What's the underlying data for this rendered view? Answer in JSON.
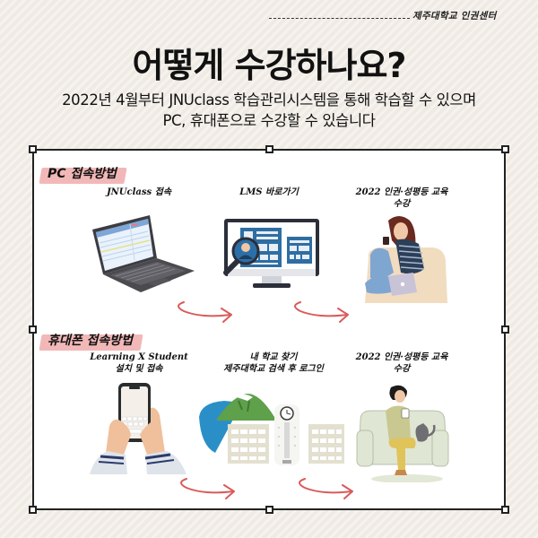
{
  "header": {
    "organization": "제주대학교 인권센터",
    "title": "어떻게 수강하나요?",
    "subtitle_line1": "2022년 4월부터 JNUclass 학습관리시스템을 통해 학습할 수 있으며",
    "subtitle_line2": "PC, 휴대폰으로 수강할 수 있습니다"
  },
  "sections": [
    {
      "label": "PC 접속방법",
      "steps": [
        {
          "caption": "JNUclass 접속",
          "icon": "laptop-icon"
        },
        {
          "caption": "LMS 바로가기",
          "icon": "monitor-profile-search-icon"
        },
        {
          "caption_line1": "2022 인권·성평등 교육",
          "caption_line2": "수강",
          "icon": "woman-with-laptop-icon"
        }
      ]
    },
    {
      "label": "휴대폰 접속방법",
      "steps": [
        {
          "caption_line1": "Learning X Student",
          "caption_line2": "설치 및 접속",
          "icon": "hands-smartphone-icon"
        },
        {
          "caption_line1": "내 학교 찾기",
          "caption_line2": "제주대학교 검색 후 로그인",
          "icon": "jeju-university-campus-icon"
        },
        {
          "caption_line1": "2022 인권·성평등 교육",
          "caption_line2": "수강",
          "icon": "man-on-sofa-with-phone-icon"
        }
      ]
    }
  ],
  "colors": {
    "background": "#efebe4",
    "frame_border": "#222222",
    "label_highlight": "#f2b8b8",
    "arrow": "#d95a5a",
    "laptop_body": "#4a4a4f",
    "screen_blue": "#2e6ea3",
    "sofa_beige": "#f1dcc0",
    "sofa_green": "#dfe6d3"
  }
}
